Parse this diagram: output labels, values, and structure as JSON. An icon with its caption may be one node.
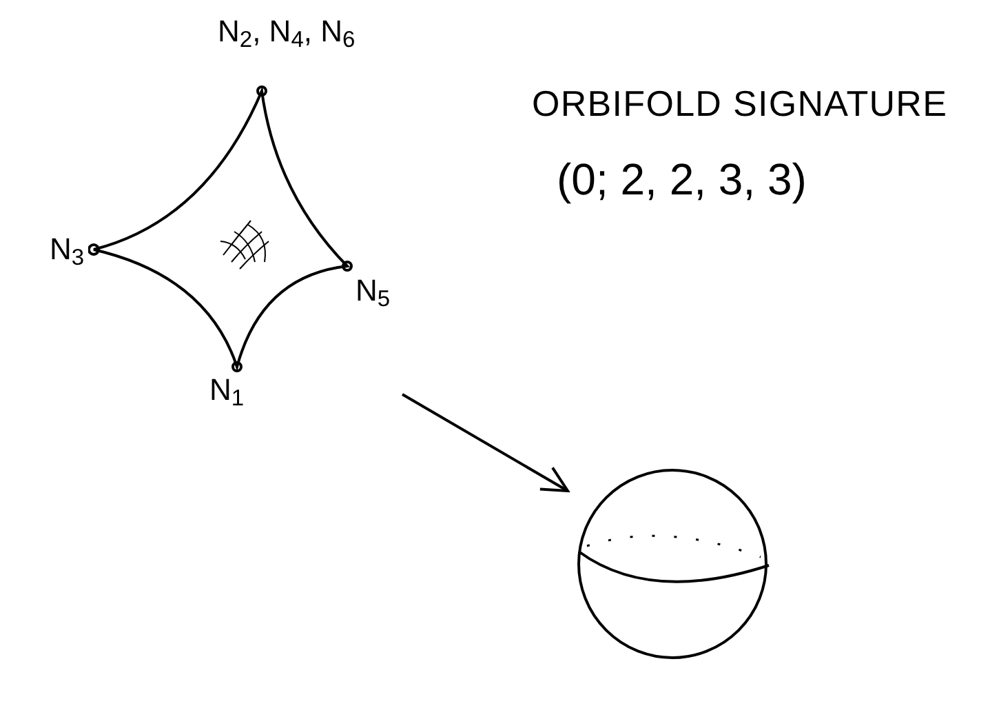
{
  "diagram": {
    "nodes": [
      {
        "text": [],
        "shape": "picture",
        "beside": [
          "N$_{2}$, N$_{4}$, N$_{6}$",
          "N$_{3}$",
          "N$_{5}$",
          "N$_{1}$"
        ]
      },
      {
        "text": [],
        "shape": "circle"
      }
    ],
    "edges": [
      {
        "from": 0,
        "to": 1,
        "arrow": "to"
      }
    ],
    "labels": [
      "ORBIFOLD SIGNATURE",
      "(0; 2, 2, 3, 3)"
    ]
  }
}
